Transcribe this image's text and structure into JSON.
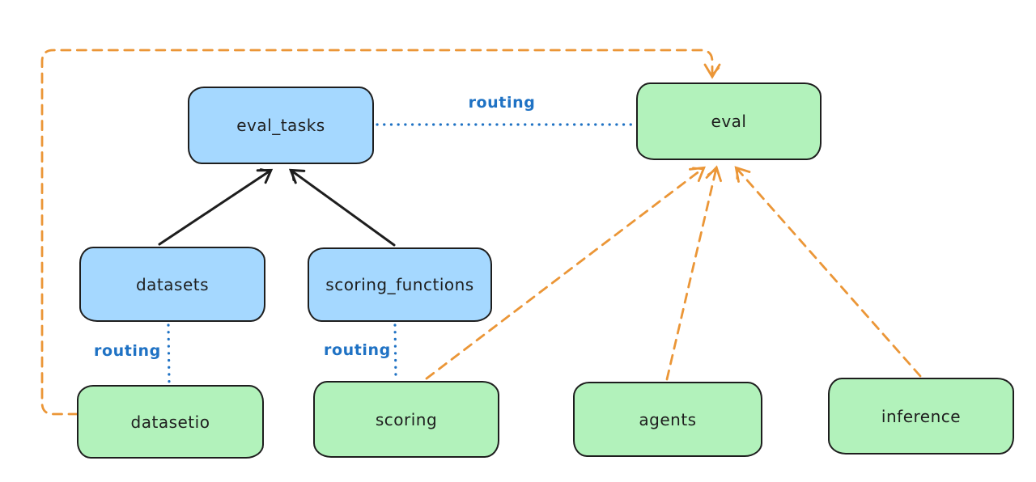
{
  "nodes": {
    "eval_tasks": {
      "label": "eval_tasks",
      "color": "blue"
    },
    "eval": {
      "label": "eval",
      "color": "green"
    },
    "datasets": {
      "label": "datasets",
      "color": "blue"
    },
    "scoring_functions": {
      "label": "scoring_functions",
      "color": "blue"
    },
    "datasetio": {
      "label": "datasetio",
      "color": "green"
    },
    "scoring": {
      "label": "scoring",
      "color": "green"
    },
    "agents": {
      "label": "agents",
      "color": "green"
    },
    "inference": {
      "label": "inference",
      "color": "green"
    }
  },
  "edge_labels": {
    "eval_tasks_to_eval": "routing",
    "datasets_to_datasetio": "routing",
    "scoring_functions_to_scoring": "routing"
  },
  "edges": [
    {
      "from": "datasets",
      "to": "eval_tasks",
      "style": "solid-black-arrow"
    },
    {
      "from": "scoring_functions",
      "to": "eval_tasks",
      "style": "solid-black-arrow"
    },
    {
      "from": "eval_tasks",
      "to": "eval",
      "style": "dotted-blue",
      "label": "routing"
    },
    {
      "from": "datasets",
      "to": "datasetio",
      "style": "dotted-blue",
      "label": "routing"
    },
    {
      "from": "scoring_functions",
      "to": "scoring",
      "style": "dotted-blue",
      "label": "routing"
    },
    {
      "from": "datasetio",
      "to": "eval",
      "style": "dashed-orange-arrow"
    },
    {
      "from": "scoring",
      "to": "eval",
      "style": "dashed-orange-arrow"
    },
    {
      "from": "agents",
      "to": "eval",
      "style": "dashed-orange-arrow"
    },
    {
      "from": "inference",
      "to": "eval",
      "style": "dashed-orange-arrow"
    }
  ],
  "colors": {
    "blue_fill": "#a5d8ff",
    "green_fill": "#b2f2bb",
    "stroke_black": "#1e1e1e",
    "arrow_orange": "#eb9637",
    "routing_blue": "#1f72c4",
    "background": "#ffffff"
  }
}
